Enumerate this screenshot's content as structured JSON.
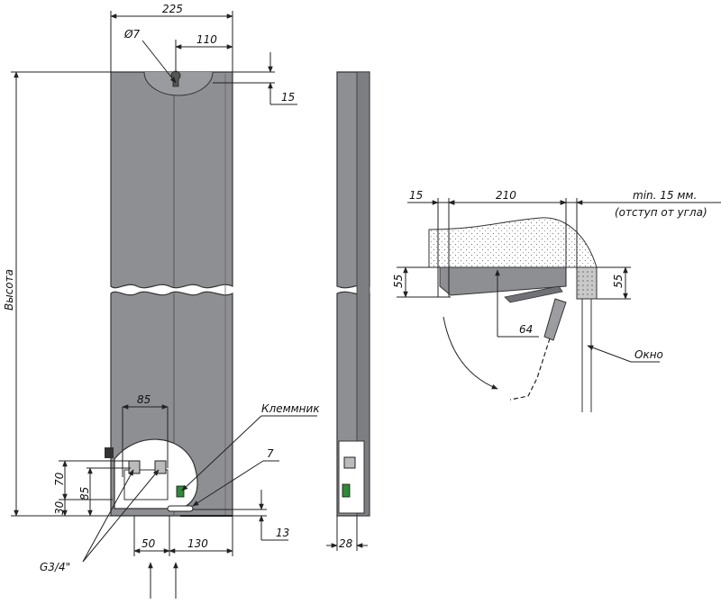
{
  "front_view": {
    "width": "225",
    "hole_diameter": "Ø7",
    "hole_offset": "110",
    "top_offset": "15",
    "height_label": "Высота",
    "pipe_spacing": "85",
    "dim_70": "70",
    "dim_85_vertical": "85",
    "dim_30": "30",
    "dim_50": "50",
    "dim_130": "130",
    "terminal_label": "Клеммник",
    "dim_7": "7",
    "dim_13": "13",
    "thread_label": "G3/4\""
  },
  "side_view": {
    "depth": "28"
  },
  "install_view": {
    "dim_15": "15",
    "dim_210": "210",
    "min_offset": "min. 15 мм.",
    "offset_note": "(отступ от угла)",
    "dim_55_left": "55",
    "dim_55_right": "55",
    "dim_64": "64",
    "window_label": "Окно"
  },
  "colors": {
    "body": "#8e8f93",
    "body_dark": "#707176",
    "line": "#222222",
    "green": "#2e8b3a"
  }
}
